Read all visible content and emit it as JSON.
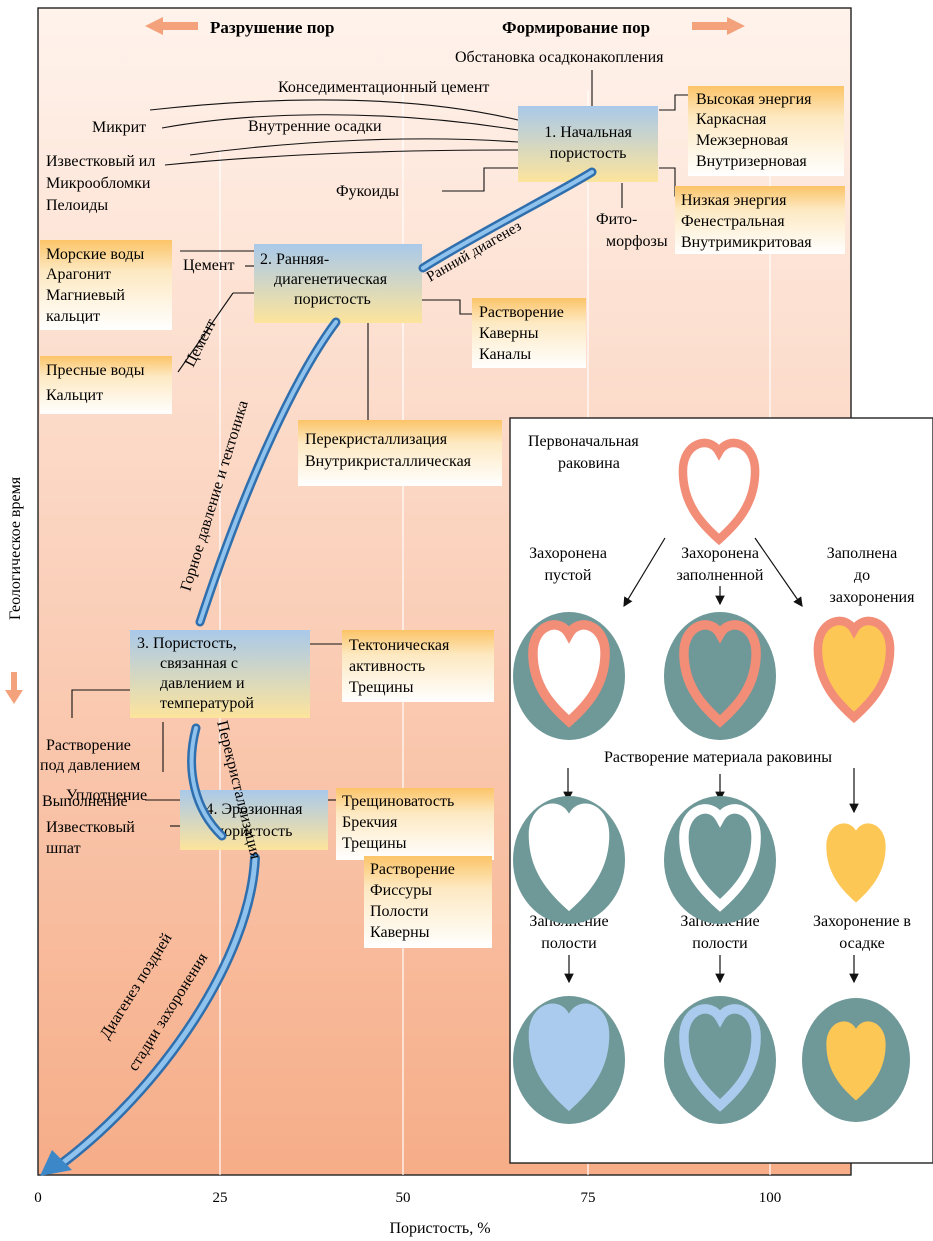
{
  "header": {
    "left_label": "Разрушение пор",
    "right_label": "Формирование пор",
    "environment": "Обстановка осадконакопления"
  },
  "y_axis_label": "Геологическое время",
  "x_axis": {
    "label": "Пористость, %",
    "ticks": [
      "0",
      "25",
      "50",
      "75",
      "100"
    ]
  },
  "stages": {
    "s1": [
      "1. Начальная",
      "пористость"
    ],
    "s2": [
      "2. Ранняя-",
      "диагенетическая",
      "пористость"
    ],
    "s3": [
      "3. Пористость,",
      "связанная с",
      "давлением и",
      "температурой"
    ],
    "s4": [
      "4. Эрозионная",
      "пористость"
    ]
  },
  "arrows": {
    "early": "Ранний диагенез",
    "pressure": "Горное давление и тектоника",
    "recryst": "Перекристаллизация",
    "late1": "Диагенез поздней",
    "late2": "стадии захоронения"
  },
  "boxes": {
    "high_energy": [
      "Высокая энергия",
      "Каркасная",
      "Межзерновая",
      "Внутризерновая"
    ],
    "low_energy": [
      "Низкая энергия",
      "Фенестральная",
      "Внутримикритовая"
    ],
    "sea_water": [
      "Морские воды",
      "Арагонит",
      "Магниевый",
      "кальцит"
    ],
    "fresh_water": [
      "Пресные воды",
      "Кальцит"
    ],
    "dissolution1": [
      "Растворение",
      "Каверны",
      "Каналы"
    ],
    "recrystallization": [
      "Перекристаллизация",
      "Внутрикристаллическая"
    ],
    "tectonic": [
      "Тектоническая",
      "активность",
      "Трещины"
    ],
    "fracturing": [
      "Трещиноватость",
      "Брекчия",
      "Трещины"
    ],
    "dissolution2": [
      "Растворение",
      "Фиссуры",
      "Полости",
      "Каверны"
    ]
  },
  "labels": {
    "consed_cement": "Конседиментационный цемент",
    "micrite": "Микрит",
    "internal_sed": "Внутренние осадки",
    "lime_mud": "Известковый ил",
    "microclasts": "Микрообломки",
    "peloids": "Пелоиды",
    "fucoids": "Фукоиды",
    "phyto1": "Фито-",
    "phyto2": "морфозы",
    "cement_h": "Цемент",
    "cement_d": "Цемент",
    "pressure_sol1": "Растворение",
    "pressure_sol2": "под давлением",
    "compaction": "Уплотнение",
    "filling": "Выполнение",
    "spar1": "Известковый",
    "spar2": "шпат"
  },
  "inset": {
    "original1": "Первоначальная",
    "original2": "раковина",
    "empty1": "Захоронена",
    "empty2": "пустой",
    "filled1": "Захоронена",
    "filled2": "заполненной",
    "prefilled1": "Заполнена",
    "prefilled2": "до",
    "prefilled3": "захоронения",
    "dissolution": "Растворение материала раковины",
    "cavity1a": "Заполнение",
    "cavity1b": "полости",
    "cavity2a": "Заполнение",
    "cavity2b": "полости",
    "burial1": "Захоронение в",
    "burial2": "осадке"
  },
  "colors": {
    "bg_top": "#fff2ea",
    "bg_bottom": "#f7b08c",
    "stage_top": "#a8c8e8",
    "stage_bottom": "#fde39c",
    "box_top": "#fcc66c",
    "arrow_blue": "#3b87c8",
    "header_arrow": "#f4a27c",
    "shell_pink": "#f28d78",
    "shell_teal": "#6f9898",
    "shell_yellow": "#fdc756",
    "shell_lightblue": "#aacbed"
  }
}
